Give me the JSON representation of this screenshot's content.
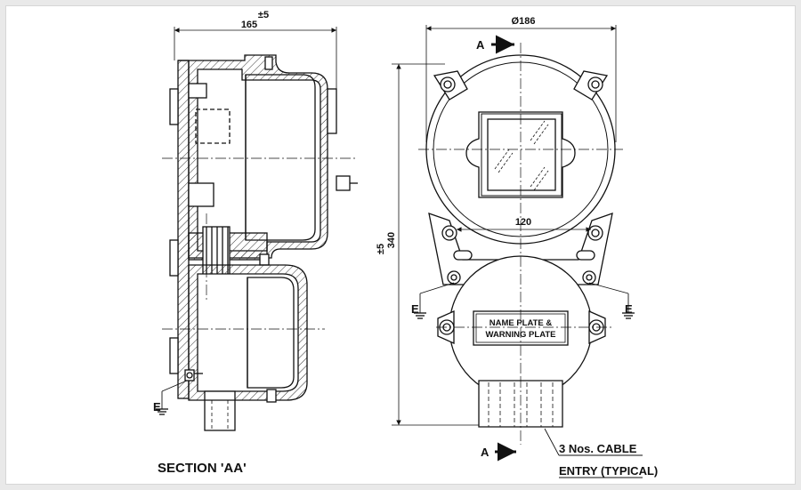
{
  "section": {
    "title": "SECTION 'AA'",
    "dim_top_tol": "±5",
    "dim_width": "165",
    "earth": "E"
  },
  "front": {
    "dim_diameter": "Ø186",
    "dim_height_tol": "±5",
    "dim_height": "340",
    "dim_bolt_spacing": "120",
    "section_marker": "A",
    "earth": "E",
    "name_plate_line1": "NAME PLATE &",
    "name_plate_line2": "WARNING PLATE",
    "cable_line1": "3 Nos. CABLE",
    "cable_line2": "ENTRY (TYPICAL)"
  },
  "colors": {
    "ink": "#111111",
    "background": "#ffffff",
    "frame": "#e9e9e9"
  }
}
